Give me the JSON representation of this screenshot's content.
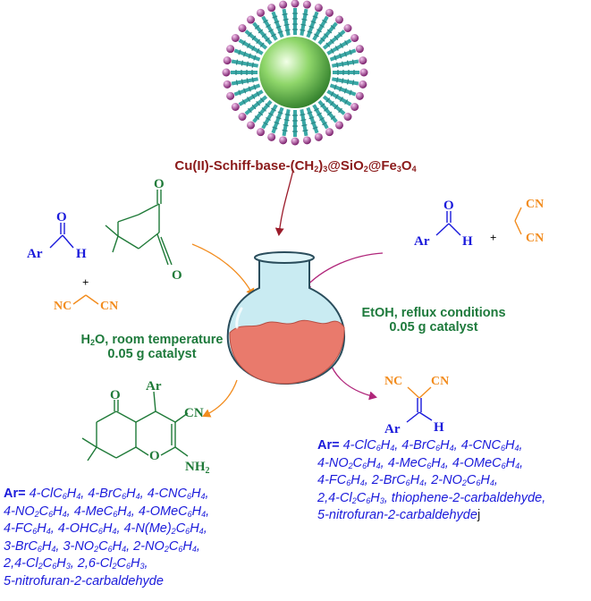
{
  "catalyst": {
    "parts": [
      "Cu(II)-Schiff-base-(CH",
      "2",
      ")",
      "3",
      "@SiO",
      "2",
      "@Fe",
      "3",
      "O",
      "4"
    ]
  },
  "molecules": {
    "aldehyde_ar": "Ar",
    "aldehyde_o": "O",
    "aldehyde_h": "H",
    "plus": "+",
    "dimedone_o": "O",
    "malononitrile_nc": "NC",
    "malononitrile_cn": "CN",
    "right_cn": "CN",
    "product_left_o": "O",
    "product_left_ar": "Ar",
    "product_left_cn": "CN",
    "product_left_nh2": "NH",
    "product_left_nh2_sub": "2",
    "product_left_ring_o": "O",
    "product_right_nc": "NC",
    "product_right_cn": "CN",
    "product_right_ar": "Ar",
    "product_right_h": "H"
  },
  "conditions": {
    "left_line1_a": "H",
    "left_line1_sub": "2",
    "left_line1_b": "O, room temperature",
    "left_line2": "0.05 g catalyst",
    "right_line1": "EtOH, reflux conditions",
    "right_line2": "0.05 g catalyst"
  },
  "left_ar_list": {
    "head": "Ar=",
    "lines": [
      " 4-ClC6H4, 4-BrC6H4, 4-CNC6H4,",
      "4-NO2C6H4, 4-MeC6H4, 4-OMeC6H4,",
      "4-FC6H4, 4-OHC6H4, 4-N(Me)2C6H4,",
      "3-BrC6H4, 3-NO2C6H4, 2-NO2C6H4,",
      "2,4-Cl2C6H3, 2,6-Cl2C6H3,",
      "5-nitrofuran-2-carbaldehyde"
    ]
  },
  "right_ar_list": {
    "head": "Ar=",
    "lines": [
      " 4-ClC6H4, 4-BrC6H4, 4-CNC6H4,",
      " 4-NO2C6H4, 4-MeC6H4, 4-OMeC6H4,",
      "4-FC6H4, 2-BrC6H4, 2-NO2C6H4,",
      "2,4-Cl2C6H3, thiophene-2-carbaldehyde,",
      "5-nitrofuran-2-carbaldehyde"
    ],
    "tail": "j"
  },
  "colors": {
    "blue": "#1a1adb",
    "orange": "#f28c1e",
    "green": "#1e7a3c",
    "catalyst_text": "#8b1a1a",
    "arrow_orange": "#f28c1e",
    "arrow_dark_red": "#9b1b2a",
    "arrow_magenta": "#b0257a",
    "flask_liquid": "#e97a6c",
    "flask_glass": "#c9ebf2",
    "ligand_teal": "#3aa8a6",
    "ligand_purple": "#8a2a7a"
  }
}
